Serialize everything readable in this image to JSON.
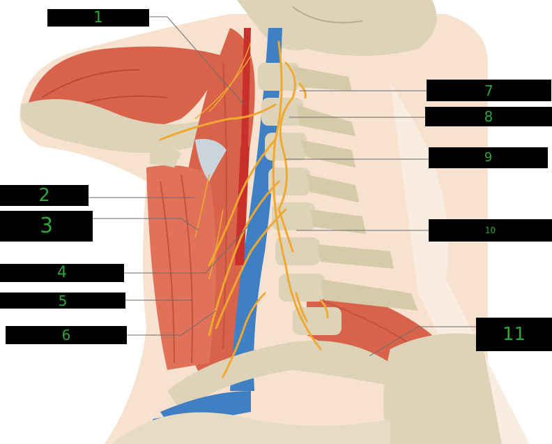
{
  "figure": {
    "label_box_color": "#000000",
    "label_text_color": "#2fa43a",
    "background_color": "#ffffff",
    "skin_color": "#f6e2cf",
    "muscle_color": "#d9634a",
    "vein_color": "#3f7fc4",
    "artery_color": "#c9302c",
    "nerve_color": "#f0a830",
    "bone_color": "#ddd3b8"
  },
  "labels": [
    {
      "id": "1",
      "text": "1"
    },
    {
      "id": "2",
      "text": "2"
    },
    {
      "id": "3",
      "text": "3"
    },
    {
      "id": "4",
      "text": "4"
    },
    {
      "id": "5",
      "text": "5"
    },
    {
      "id": "6",
      "text": "6"
    },
    {
      "id": "7",
      "text": "7"
    },
    {
      "id": "8",
      "text": "8"
    },
    {
      "id": "9",
      "text": "9"
    },
    {
      "id": "10",
      "text": "10"
    },
    {
      "id": "11",
      "text": "11"
    }
  ]
}
